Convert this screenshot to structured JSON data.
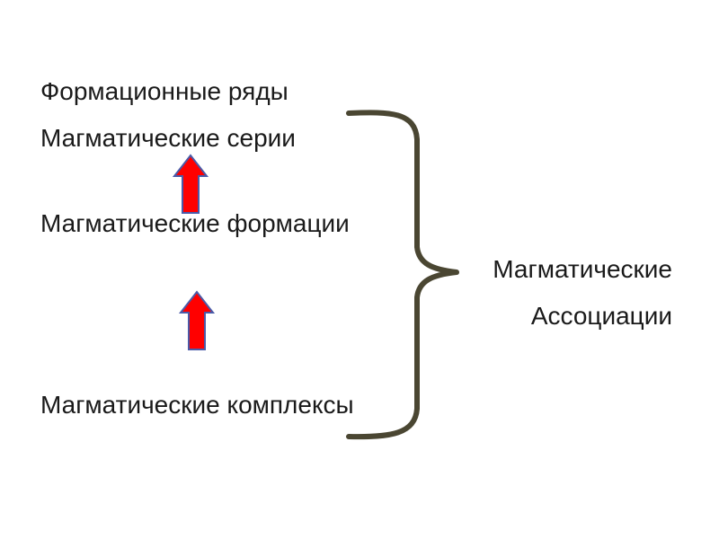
{
  "left_column": {
    "formation_rows": "Формационные ряды",
    "magmatic_series": "Магматические серии",
    "magmatic_formations": "Магматические формации",
    "magmatic_complexes": "Магматические комплексы"
  },
  "right_label": {
    "line1": "Магматические",
    "line2": "Ассоциации"
  },
  "colors": {
    "text": "#1a1a1a",
    "arrow_fill": "#ff0000",
    "arrow_stroke": "#4a5aa8",
    "brace": "#4a4632"
  },
  "icons": {
    "arrow": "up-arrow",
    "brace": "right-curly-brace"
  }
}
